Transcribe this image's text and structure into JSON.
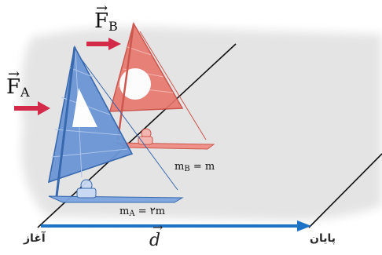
{
  "labels": {
    "force_a": {
      "symbol": "F",
      "sub": "A"
    },
    "force_b": {
      "symbol": "F",
      "sub": "B"
    },
    "mass_a": {
      "text": "m",
      "sub": "A",
      "rest": " = ۲m"
    },
    "mass_b": {
      "text": "m",
      "sub": "B",
      "rest": " = m"
    },
    "start": "آغاز",
    "end": "پایان",
    "displacement": "d",
    "vector_mark": "→"
  },
  "colors": {
    "sail_a": "#6b96d6",
    "sail_b": "#e8766c",
    "force_arrow": "#d42a4a",
    "displacement_arrow": "#1f73c4",
    "ice": "#e4e4e4"
  }
}
